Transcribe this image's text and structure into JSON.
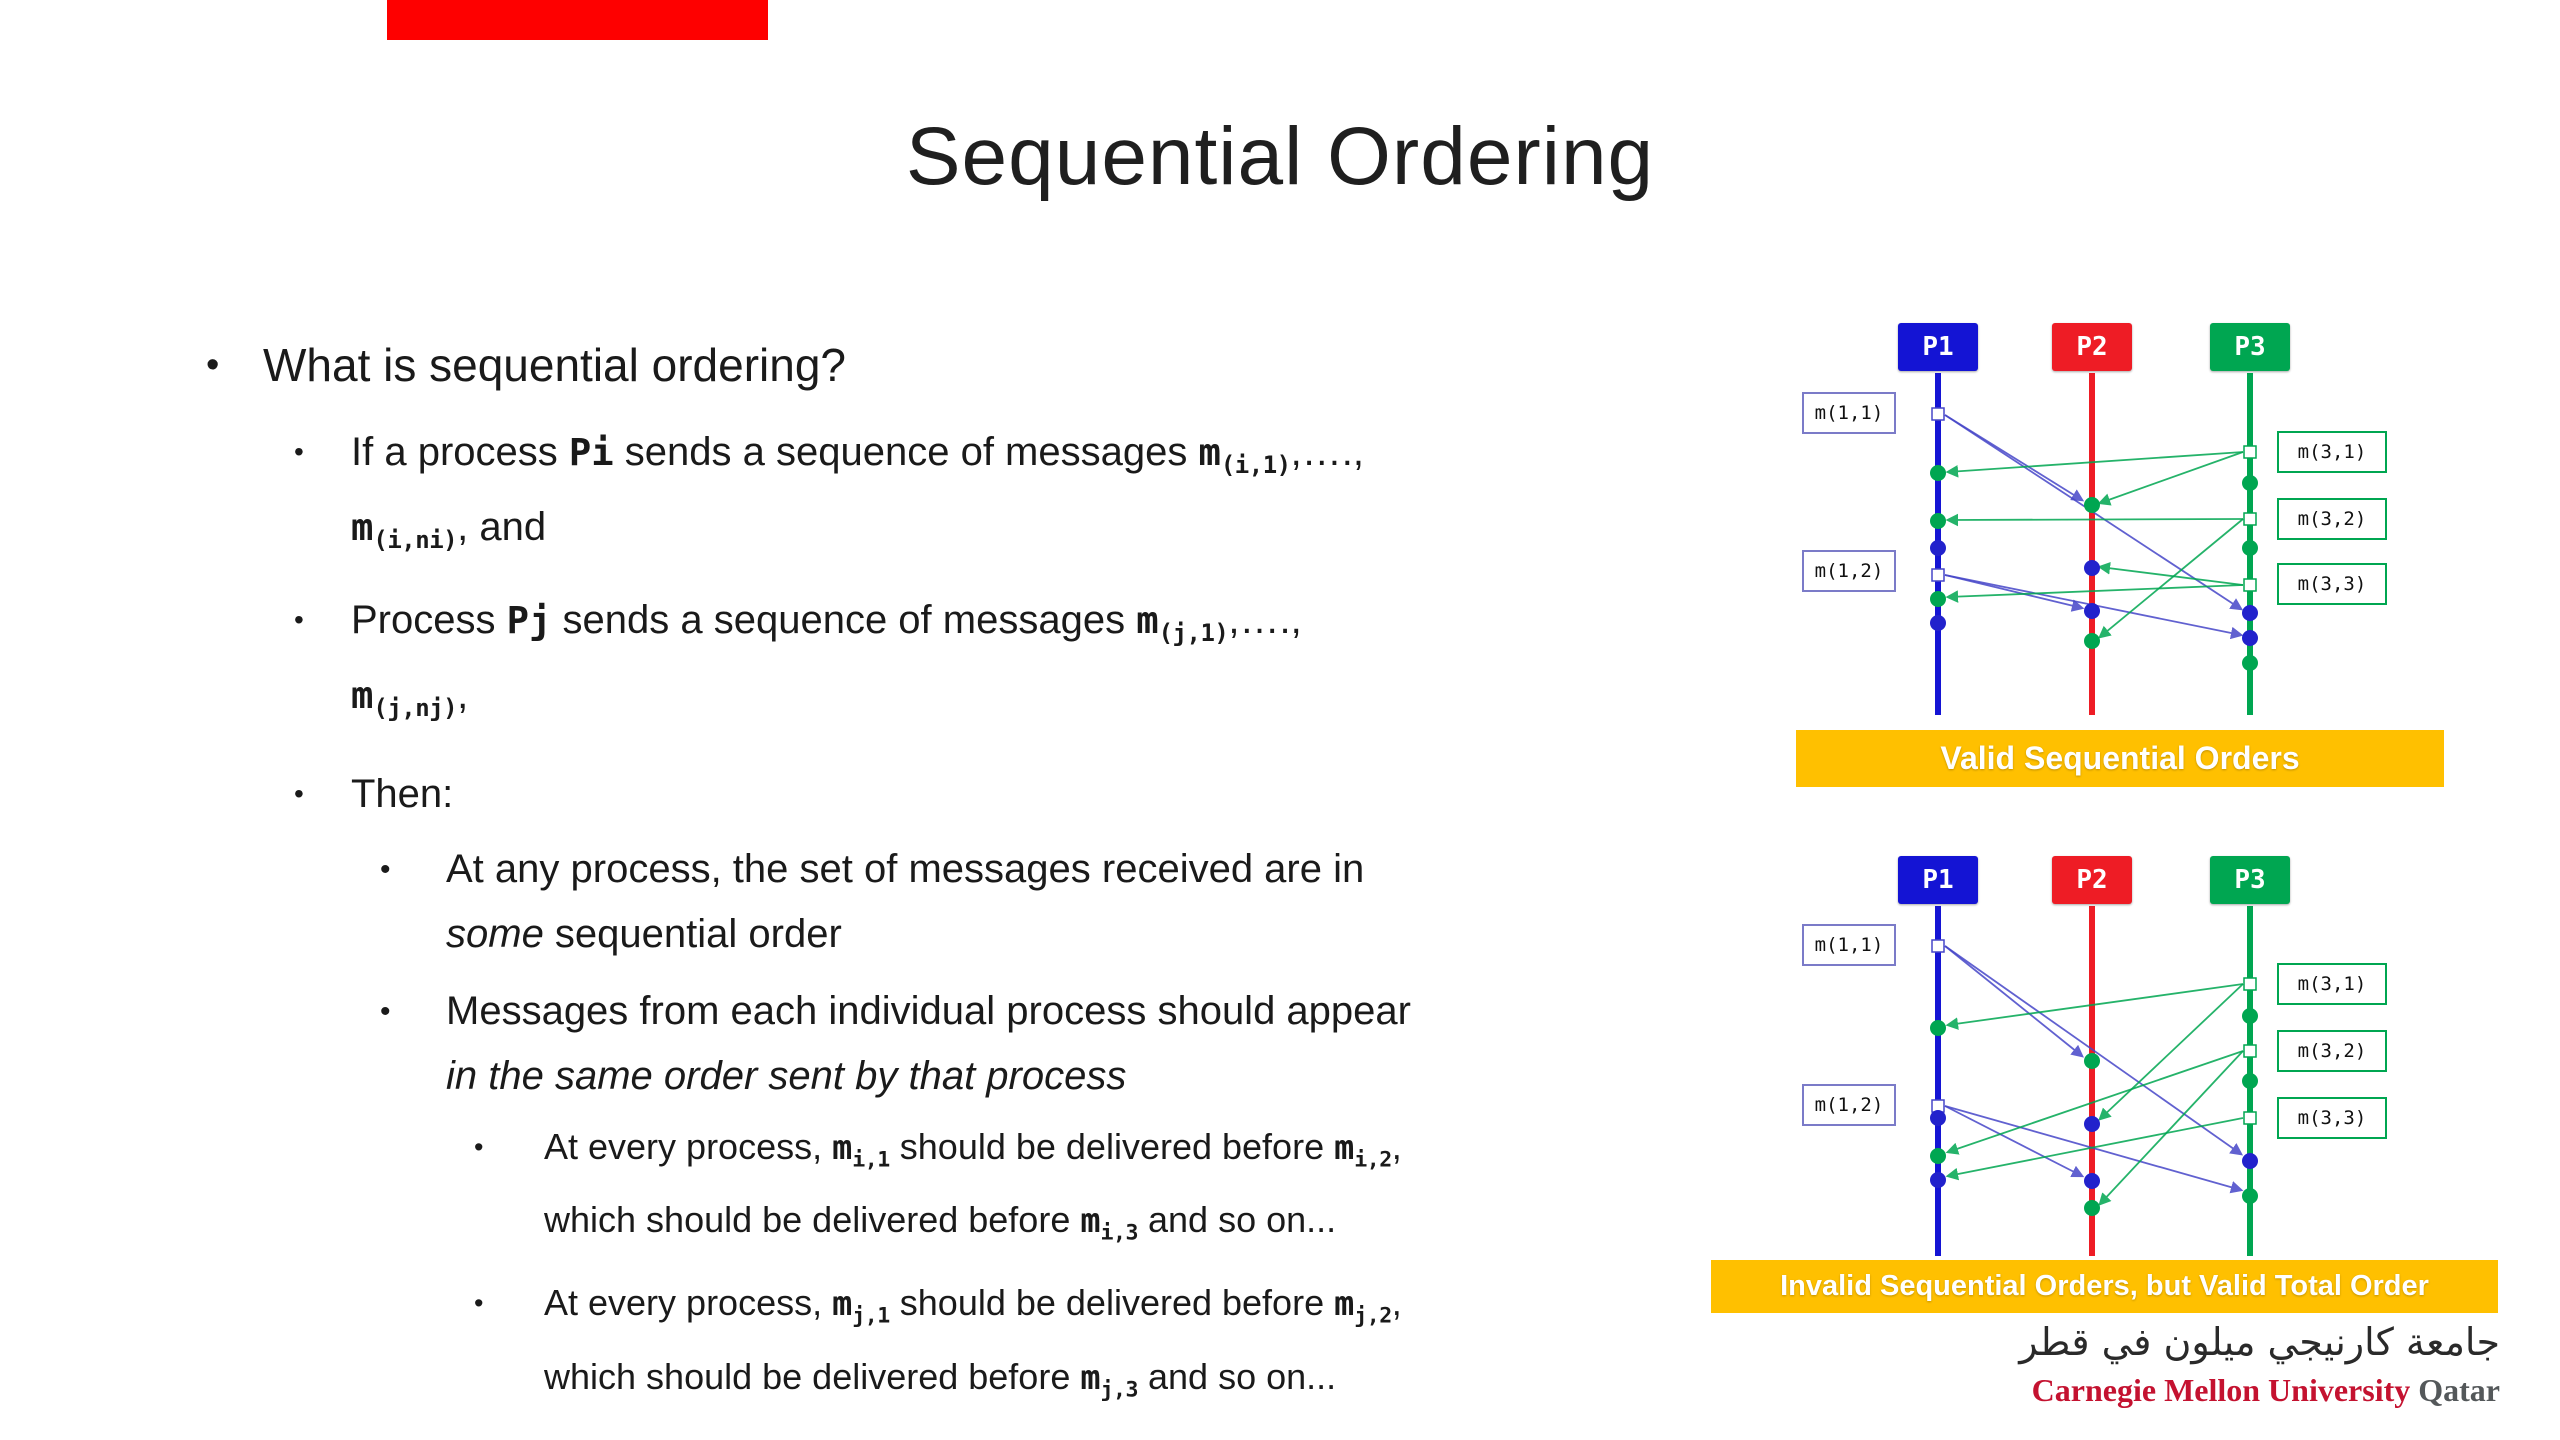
{
  "slide": {
    "title": "Sequential Ordering"
  },
  "glyphs": {
    "bullet": "•"
  },
  "colors": {
    "top_bar": "#FE0000",
    "banner_bg": "#FFC000",
    "p1_blue": "#1414D4",
    "p2_red": "#EE1C25",
    "p3_green": "#00A651",
    "cmu_red": "#C41230",
    "qatar_gray": "#54585A"
  },
  "bullets": {
    "what": "What is sequential ordering?",
    "if_process": [
      {
        "s": "r",
        "t": "If a process "
      },
      {
        "s": "mb",
        "t": "Pi"
      },
      {
        "s": "r",
        "t": " sends a sequence of messages "
      },
      {
        "s": "mb",
        "t": "m"
      },
      {
        "s": "mbs",
        "t": "(i,1)"
      },
      {
        "s": "r",
        "t": ",….,"
      },
      {
        "s": "br"
      },
      {
        "s": "mb",
        "t": "m"
      },
      {
        "s": "mbs",
        "t": "(i,ni)"
      },
      {
        "s": "r",
        "t": ", and"
      }
    ],
    "process_pj": [
      {
        "s": "r",
        "t": "Process "
      },
      {
        "s": "mb",
        "t": "Pj"
      },
      {
        "s": "r",
        "t": "  sends a sequence of messages  "
      },
      {
        "s": "mb",
        "t": "m"
      },
      {
        "s": "mbs",
        "t": "(j,1)"
      },
      {
        "s": "r",
        "t": ",….,"
      },
      {
        "s": "br"
      },
      {
        "s": "mb",
        "t": "m"
      },
      {
        "s": "mbs",
        "t": "(j,nj)"
      },
      {
        "s": "r",
        "t": ","
      }
    ],
    "then": "Then:",
    "any_process": [
      {
        "s": "r",
        "t": "At any process, the set of messages received are in"
      },
      {
        "s": "br"
      },
      {
        "s": "i",
        "t": "some"
      },
      {
        "s": "r",
        "t": " sequential order"
      }
    ],
    "messages_order": [
      {
        "s": "r",
        "t": "Messages from each individual process should appear"
      },
      {
        "s": "br"
      },
      {
        "s": "i",
        "t": "in the same order sent by that process"
      }
    ],
    "every_process_i": [
      {
        "s": "r",
        "t": "At every process, "
      },
      {
        "s": "mb",
        "t": "m"
      },
      {
        "s": "mbs",
        "t": "i,1"
      },
      {
        "s": "r",
        "t": " should be delivered before "
      },
      {
        "s": "mb",
        "t": "m"
      },
      {
        "s": "mbs",
        "t": "i,2"
      },
      {
        "s": "r",
        "t": ","
      },
      {
        "s": "br"
      },
      {
        "s": "r",
        "t": "which should be delivered before "
      },
      {
        "s": "mb",
        "t": "m"
      },
      {
        "s": "mbs",
        "t": "i,3"
      },
      {
        "s": "r",
        "t": " and so on..."
      }
    ],
    "every_process_j": [
      {
        "s": "r",
        "t": "At every process, "
      },
      {
        "s": "mb",
        "t": "m"
      },
      {
        "s": "mbs",
        "t": "j,1"
      },
      {
        "s": "r",
        "t": " should be delivered before "
      },
      {
        "s": "mb",
        "t": "m"
      },
      {
        "s": "mbs",
        "t": "j,2"
      },
      {
        "s": "r",
        "t": ","
      },
      {
        "s": "br"
      },
      {
        "s": "r",
        "t": "which should be delivered before "
      },
      {
        "s": "mb",
        "t": "m"
      },
      {
        "s": "mbs",
        "t": "j,3"
      },
      {
        "s": "r",
        "t": " and so on..."
      }
    ]
  },
  "diagram_top": {
    "processes": [
      {
        "label": "P1",
        "color": "#1414D4"
      },
      {
        "label": "P2",
        "color": "#EE1C25"
      },
      {
        "label": "P3",
        "color": "#00A651"
      }
    ],
    "left_labels": [
      "m(1,1)",
      "m(1,2)"
    ],
    "right_labels": [
      "m(3,1)",
      "m(3,2)",
      "m(3,3)"
    ],
    "banner": "Valid Sequential Orders"
  },
  "diagram_bottom": {
    "processes": [
      {
        "label": "P1",
        "color": "#1414D4"
      },
      {
        "label": "P2",
        "color": "#EE1C25"
      },
      {
        "label": "P3",
        "color": "#00A651"
      }
    ],
    "left_labels": [
      "m(1,1)",
      "m(1,2)"
    ],
    "right_labels": [
      "m(3,1)",
      "m(3,2)",
      "m(3,3)"
    ],
    "banner": "Invalid Sequential Orders, but Valid Total Order"
  },
  "logo": {
    "arabic": "جامعة كارنيجي ميلون في قطر",
    "university": "Carnegie Mellon University",
    "campus": "Qatar"
  }
}
